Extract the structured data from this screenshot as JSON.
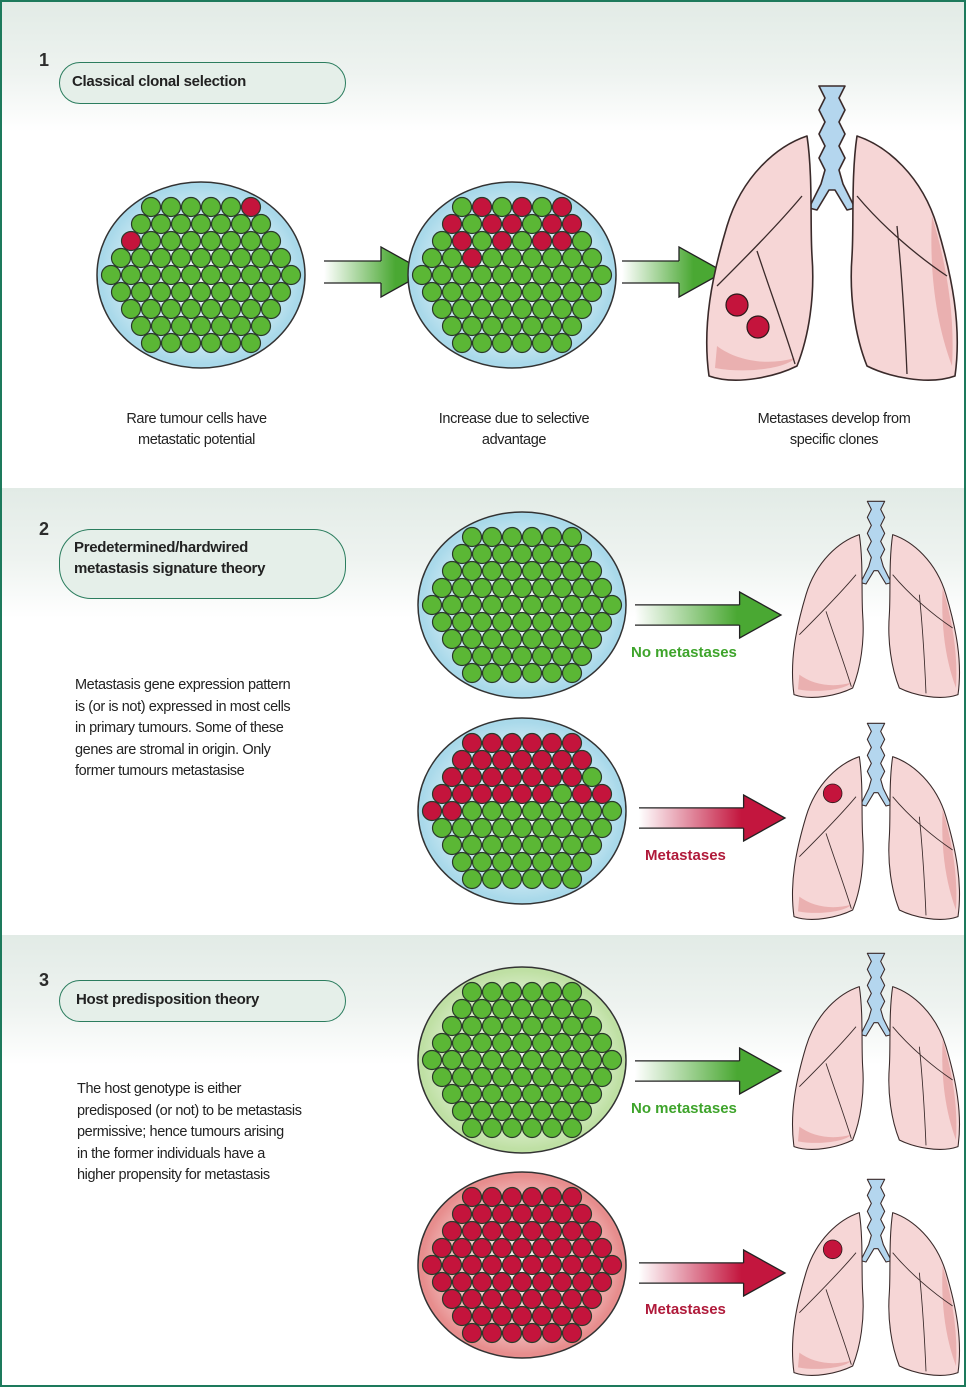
{
  "colors": {
    "frame": "#1d7a5c",
    "cell_green": "#5bb735",
    "cell_red": "#c4143c",
    "disc_blue": "#a9d9ea",
    "disc_green": "#bfe0a4",
    "disc_red": "#e78d8d",
    "arrow_green": "#4aa833",
    "arrow_red": "#c3163e",
    "lung_fill": "#f6d6d6",
    "trachea": "#b4d6ee"
  },
  "icons": [
    "tumour-cell-disc",
    "lungs-icon",
    "arrow-icon"
  ],
  "sections": [
    {
      "number": "1",
      "title_lines": [
        "Classical clonal selection"
      ],
      "captions": [
        [
          "Rare tumour cells have",
          "metastatic potential"
        ],
        [
          "Increase due to selective",
          "advantage"
        ],
        [
          "Metastases develop from",
          "specific clones"
        ]
      ]
    },
    {
      "number": "2",
      "title_lines": [
        "Predetermined/hardwired",
        "metastasis signature theory"
      ],
      "description_lines": [
        "Metastasis gene expression pattern",
        "is (or is not) expressed in most cells",
        "in primary tumours. Some of these",
        "genes are stromal  in origin. Only",
        "former tumours metastasise"
      ],
      "outcomes": [
        "No metastases",
        "Metastases"
      ]
    },
    {
      "number": "3",
      "title_lines": [
        "Host predisposition theory"
      ],
      "description_lines": [
        "The host genotype is either",
        "predisposed (or not) to be metastasis",
        "permissive; hence tumours arising",
        "in the former individuals have a",
        "higher propensity  for metastasis"
      ],
      "outcomes": [
        "No metastases",
        "Metastases"
      ]
    }
  ]
}
